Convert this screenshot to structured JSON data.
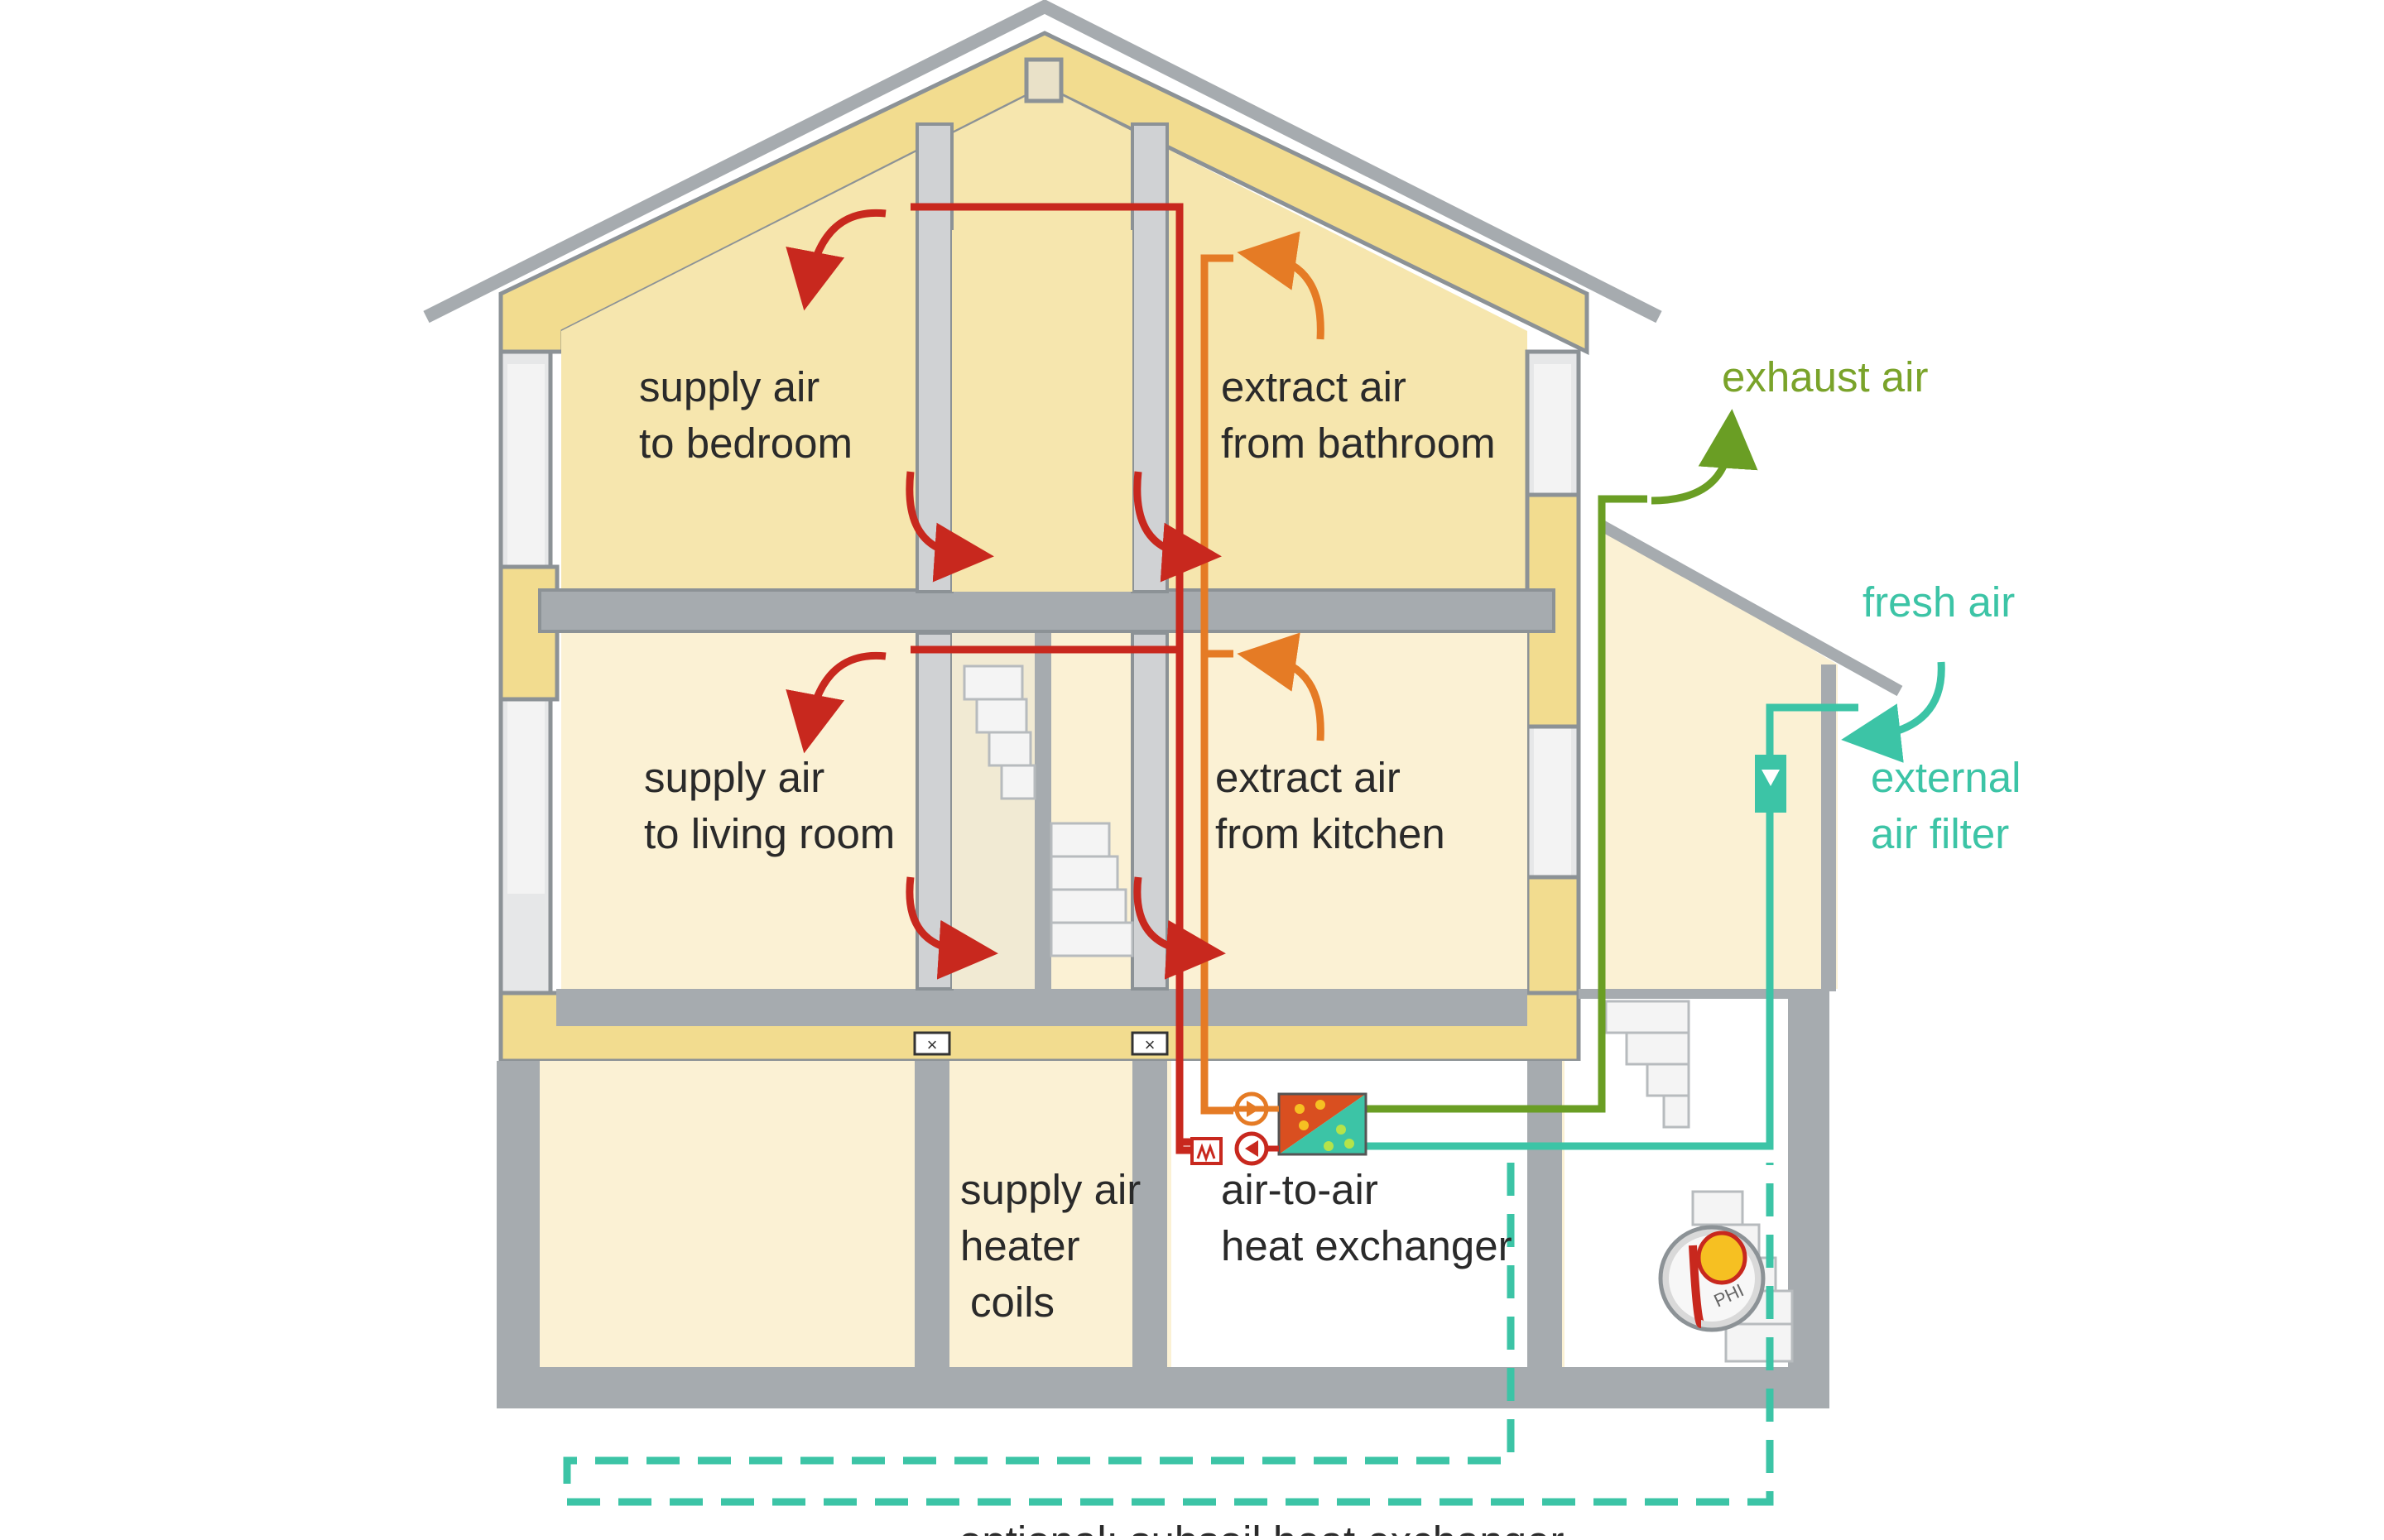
{
  "labels": {
    "supply_bedroom": [
      "supply air",
      "to bedroom"
    ],
    "extract_bathroom": [
      "extract air",
      "from bathroom"
    ],
    "supply_living": [
      "supply air",
      "to living room"
    ],
    "extract_kitchen": [
      "extract air",
      "from kitchen"
    ],
    "heater_coils": [
      "supply air",
      "heater",
      "coils"
    ],
    "heat_exchanger": [
      "air-to-air",
      "heat exchanger"
    ],
    "exhaust_air": "exhaust air",
    "fresh_air": "fresh air",
    "external_filter": [
      "external",
      "air filter"
    ],
    "subsoil": "optional: subsoil heat exchanger",
    "logo": "PHI"
  },
  "colors": {
    "wall": "#a6abaf",
    "wall_dark": "#8c9296",
    "insulation": "#f2dc8f",
    "interior": "#fbf1d4",
    "supply_duct": "#c8281e",
    "extract_duct": "#e57b25",
    "exhaust_duct": "#6a9e24",
    "fresh_duct": "#3cc4a6",
    "text": "#2a2a2a"
  }
}
